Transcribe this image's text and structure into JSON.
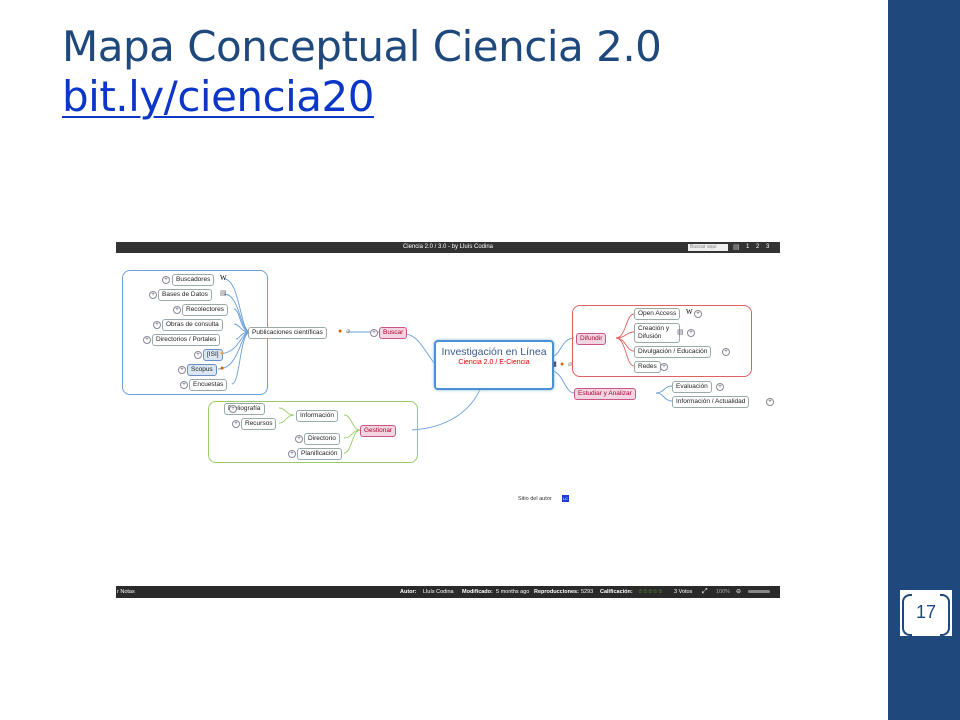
{
  "slide": {
    "title": "Mapa Conceptual Ciencia 2.0",
    "link": "bit.ly/ciencia20",
    "number": "17"
  },
  "viewer": {
    "top_title": "Ciencia 2.0 / 3.0 - by Lluís Codina",
    "search_placeholder": "Buscar aquí",
    "pages": [
      "1",
      "2",
      "3"
    ],
    "bottom": {
      "notes": "r Notas",
      "author_label": "Autor:",
      "author": "Lluís Codina",
      "modified_label": "Modificado:",
      "modified": "5 months ago",
      "plays_label": "Reproducciones:",
      "plays": "5293",
      "rating_label": "Calificación:",
      "stars": "☆☆☆☆☆",
      "votes": "3 Votos",
      "zoom": "100%"
    }
  },
  "mindmap": {
    "central_title": "Investigación en Línea",
    "central_subtitle": "Ciencia 2.0 / E-Ciencia",
    "buscar": "Buscar",
    "publicaciones": "Publicaciones científicas",
    "buscar_items": [
      "Buscadores",
      "Bases de Datos",
      "Recolectores",
      "Obras de consulta",
      "Directorios / Portales",
      "[ISI]",
      "Scopus",
      "Encuestas"
    ],
    "gestionar": "Gestionar",
    "informacion": "Información",
    "info_items": [
      "Bibliografía",
      "Recursos"
    ],
    "directorio": "Directorio",
    "planificacion": "Planificación",
    "difundir": "Difundir",
    "difundir_items": [
      "Open Access",
      "Creación y Difusión",
      "Divulgación / Educación",
      "Redes"
    ],
    "estudiar": "Estudiar y Analizar",
    "estudiar_items": [
      "Evaluación",
      "Información / Actualidad"
    ],
    "author_site": "Sitio del autor",
    "author_badge": "LC",
    "wiki_mark": "W"
  },
  "colors": {
    "accent": "#1f497d",
    "link": "#0b36c8",
    "branch_blue": "#6a9fd8",
    "branch_red": "#e06060",
    "branch_green": "#99cc66"
  }
}
